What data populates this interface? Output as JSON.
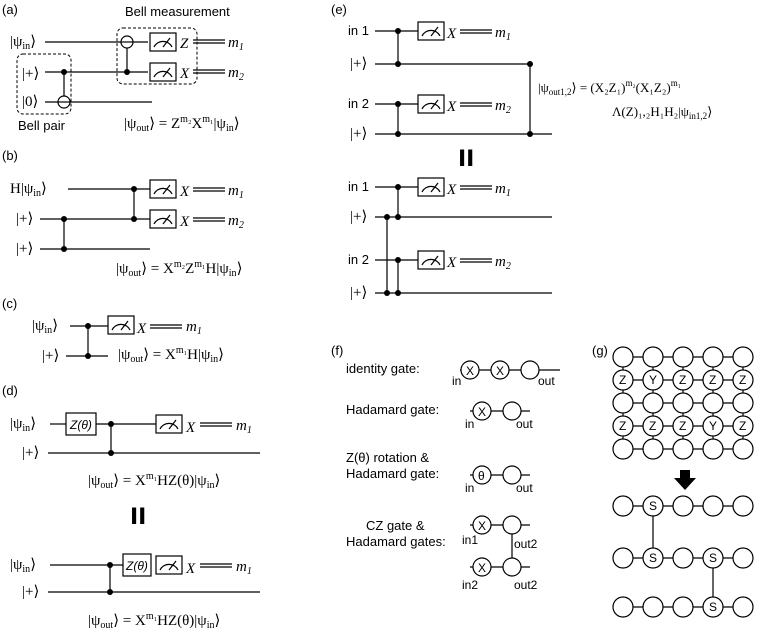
{
  "panels": {
    "a": {
      "tag": "(a)",
      "in": "|ψ",
      "in_sub": "in",
      "plus": "|+⟩",
      "zero": "|0⟩",
      "bell_measurement": "Bell measurement",
      "bell_pair": "Bell pair",
      "z": "Z",
      "x": "X",
      "m1": "m",
      "m1_sub": "1",
      "m2": "m",
      "m2_sub": "2",
      "out_eq": "|ψ",
      "out_sub": "out",
      "out_rhs": "⟩ = Z",
      "out_rhs_sup": "m₂",
      "out_rhs2": "X",
      "out_rhs2_sup": "m₁",
      "out_rhs3": "|ψ",
      "out_rhs3_sub": "in",
      "out_rhs3_end": "⟩"
    },
    "b": {
      "tag": "(b)",
      "in": "H|ψ",
      "in_sub": "in",
      "plus1": "|+⟩",
      "plus2": "|+⟩",
      "x1": "X",
      "x2": "X",
      "m1": "m",
      "m1_sub": "1",
      "m2": "m",
      "m2_sub": "2",
      "out": "|ψ",
      "out_sub": "out",
      "out_rhs": "⟩ = X",
      "out_sup1": "m₂",
      "out_mid": "Z",
      "out_sup2": "m₁",
      "out_end": "H|ψ",
      "out_end_sub": "in",
      "out_close": "⟩"
    },
    "c": {
      "tag": "(c)",
      "in": "|ψ",
      "in_sub": "in",
      "plus": "|+⟩",
      "x": "X",
      "m1": "m",
      "m1_sub": "1",
      "out": "|ψ",
      "out_sub": "out",
      "out_rhs": "⟩ = X",
      "out_sup": "m₁",
      "out_end": "H|ψ",
      "out_end_sub": "in",
      "out_close": "⟩"
    },
    "d": {
      "tag": "(d)",
      "in": "|ψ",
      "in_sub": "in",
      "plus": "|+⟩",
      "gate": "Z(θ)",
      "x": "X",
      "m1": "m",
      "m1_sub": "1",
      "out": "|ψ",
      "out_sub": "out",
      "out_rhs": "⟩ = X",
      "out_sup": "m₁",
      "out_end": "HZ(θ)|ψ",
      "out_end_sub": "in",
      "out_close": "⟩",
      "equals": "II",
      "in2": "|ψ",
      "in2_sub": "in",
      "plus2": "|+⟩",
      "gate2": "Z(θ)",
      "x2": "X",
      "m1b": "m",
      "m1b_sub": "1"
    },
    "e": {
      "tag": "(e)",
      "in1": "in 1",
      "in2": "in 2",
      "plus1": "|+⟩",
      "plus2": "|+⟩",
      "x1": "X",
      "x2": "X",
      "m1": "m",
      "m1_sub": "1",
      "m2": "m",
      "m2_sub": "2",
      "out_l": "|ψ",
      "out_sub": "out1,2",
      "out_rhs": "⟩ = (X₂Z₁)",
      "out_sup1": "m₂",
      "out_mid": "(X₁Z₂)",
      "out_sup2": "m₁",
      "line2": "Λ(Z)₁,₂H₁H₂|ψ",
      "line2_sub": "in1,2",
      "line2_end": "⟩",
      "equals": "II",
      "in1b": "in 1",
      "in2b": "in 2",
      "plus1b": "|+⟩",
      "plus2b": "|+⟩",
      "x1b": "X",
      "x2b": "X",
      "m1b": "m",
      "m1b_sub": "1",
      "m2b": "m",
      "m2b_sub": "2"
    },
    "f": {
      "tag": "(f)",
      "identity": "identity gate:",
      "hadamard": "Hadamard gate:",
      "zrot1": "Z(θ) rotation &",
      "zrot2": "Hadamard gate:",
      "cz1": "CZ gate &",
      "cz2": "Hadamard gates:",
      "X": "X",
      "theta": "θ",
      "in": "in",
      "out": "out",
      "in1": "in1",
      "in2": "in2",
      "out2a": "out2",
      "out2b": "out2"
    },
    "g": {
      "tag": "(g)",
      "grid_labels": [
        [
          "",
          "",
          "",
          "",
          ""
        ],
        [
          "Z",
          "Y",
          "Z",
          "Z",
          "Z"
        ],
        [
          "",
          "",
          "",
          "",
          ""
        ],
        [
          "Z",
          "Z",
          "Z",
          "Y",
          "Z"
        ],
        [
          "",
          "",
          "",
          "",
          ""
        ]
      ],
      "s": "S"
    }
  }
}
